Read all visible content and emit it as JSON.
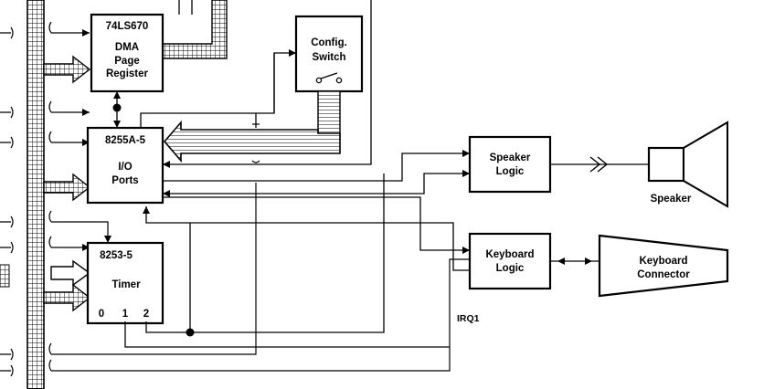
{
  "blocks": {
    "dma": {
      "line1": "74LS670",
      "line2": "DMA",
      "line3": "Page",
      "line4": "Register"
    },
    "config": {
      "line1": "Config.",
      "line2": "Switch"
    },
    "ppi": {
      "line1": "8255A-5",
      "line2": "I/O",
      "line3": "Ports"
    },
    "timer": {
      "line1": "8253-5",
      "line2": "Timer",
      "ch0": "0",
      "ch1": "1",
      "ch2": "2"
    },
    "speaker_logic": {
      "line1": "Speaker",
      "line2": "Logic"
    },
    "keyboard_logic": {
      "line1": "Keyboard",
      "line2": "Logic"
    },
    "keyboard_connector": {
      "line1": "Keyboard",
      "line2": "Connector"
    }
  },
  "labels": {
    "speaker": "Speaker",
    "irq": "IRQ1"
  }
}
